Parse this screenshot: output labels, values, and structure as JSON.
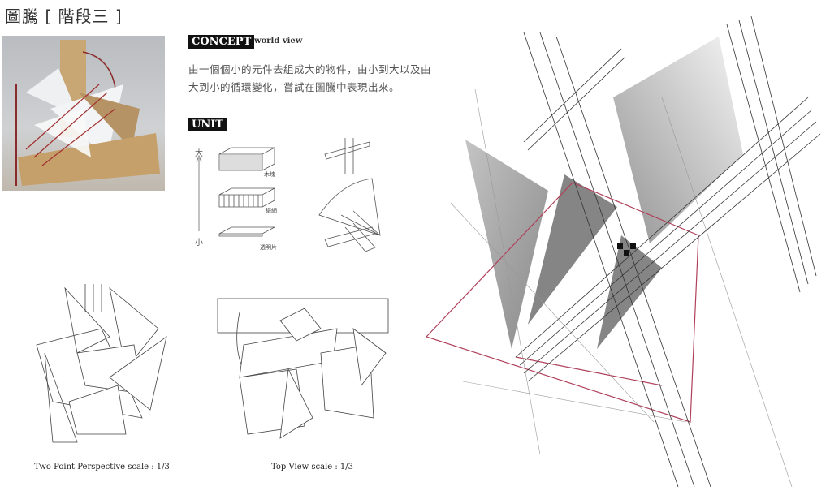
{
  "title": "圖騰 [ 階段三 ]",
  "concept": {
    "tag": "CONCEPT",
    "subtitle": "world view",
    "text": "由一個個小的元件去組成大的物件，由小到大以及由大到小的循環變化，嘗試在圖騰中表現出來。"
  },
  "unit": {
    "tag": "UNIT",
    "scale_top": "大",
    "scale_bottom": "小",
    "materials": [
      "木塊",
      "鐵網",
      "透明片"
    ]
  },
  "captions": {
    "perspective": "Two Point Perspective  scale : 1/3",
    "top_view": "Top View  scale : 1/3"
  },
  "colors": {
    "accent_red": "#b0405a",
    "tag_bg": "#111111"
  }
}
